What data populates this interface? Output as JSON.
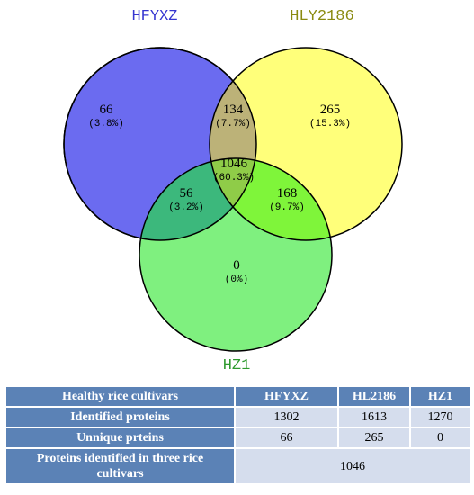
{
  "venn": {
    "sets": [
      {
        "name": "HFYXZ",
        "color": "#6b6bf0",
        "label_color": "#3535d0"
      },
      {
        "name": "HLY2186",
        "color": "#ffff7a",
        "label_color": "#8a8a10"
      },
      {
        "name": "HZ1",
        "color": "#7ff07f",
        "label_color": "#2e9a2e"
      }
    ],
    "regions": {
      "hfyxz_only": {
        "count": "66",
        "percent": "(3.8%)"
      },
      "hfyxz_hly2186": {
        "count": "134",
        "percent": "(7.7%)"
      },
      "hly2186_only": {
        "count": "265",
        "percent": "(15.3%)"
      },
      "all_three": {
        "count": "1046",
        "percent": "(60.3%)"
      },
      "hfyxz_hz1": {
        "count": "56",
        "percent": "(3.2%)"
      },
      "hly2186_hz1": {
        "count": "168",
        "percent": "(9.7%)"
      },
      "hz1_only": {
        "count": "0",
        "percent": "(0%)"
      }
    }
  },
  "table": {
    "header": [
      "Healthy rice cultivars",
      "HFYXZ",
      "HL2186",
      "HZ1"
    ],
    "rows": [
      {
        "label": "Identified proteins",
        "values": [
          "1302",
          "1613",
          "1270"
        ]
      },
      {
        "label": "Unnique prteins",
        "values": [
          "66",
          "265",
          "0"
        ]
      }
    ],
    "merged_row": {
      "label_line1": "Proteins identified in three rice",
      "label_line2": "cultivars",
      "value": "1046"
    },
    "colors": {
      "header_bg": "#5b82b6",
      "cell_bg": "#d5dded"
    }
  }
}
